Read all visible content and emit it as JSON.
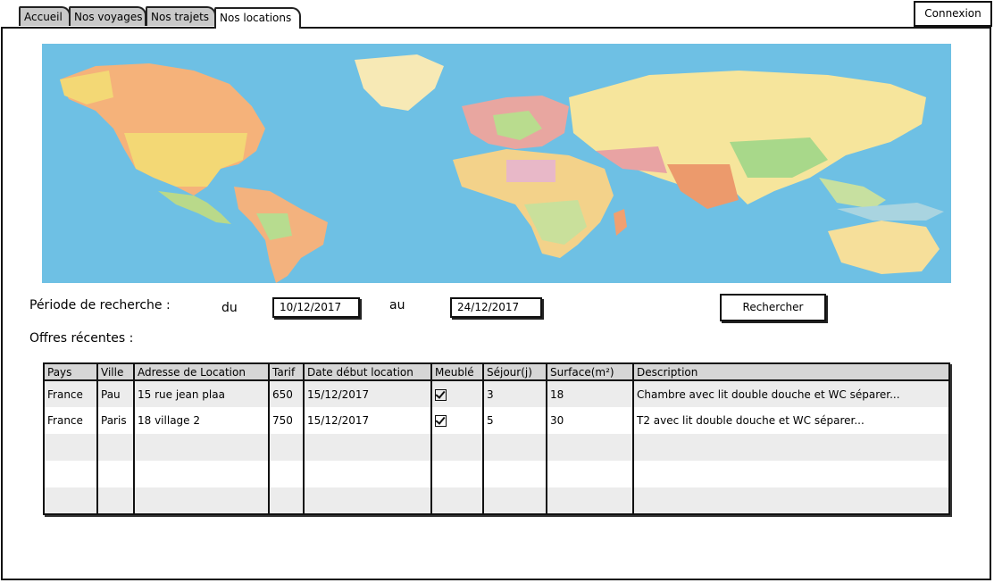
{
  "tabs": [
    {
      "label": "Accueil",
      "active": false
    },
    {
      "label": "Nos voyages",
      "active": false
    },
    {
      "label": "Nos trajets",
      "active": false
    },
    {
      "label": "Nos locations",
      "active": true
    }
  ],
  "header": {
    "login_label": "Connexion"
  },
  "map": {
    "icon": "world-map"
  },
  "search": {
    "period_label": "Période de recherche :",
    "from_label": "du",
    "from_value": "10/12/2017",
    "to_label": "au",
    "to_value": "24/12/2017",
    "button_label": "Rechercher"
  },
  "offers": {
    "title": "Offres récentes :",
    "columns": [
      "Pays",
      "Ville",
      "Adresse de Location",
      "Tarif",
      "Date début location",
      "Meublé",
      "Séjour(j)",
      "Surface(m²)",
      "Description"
    ],
    "rows": [
      {
        "pays": "France",
        "ville": "Pau",
        "adresse": "15 rue jean plaa",
        "tarif": "650",
        "date": "15/12/2017",
        "meuble": true,
        "sejour": "3",
        "surface": "18",
        "description": "Chambre avec lit double douche et WC séparer..."
      },
      {
        "pays": "France",
        "ville": "Paris",
        "adresse": "18 village 2",
        "tarif": "750",
        "date": "15/12/2017",
        "meuble": true,
        "sejour": "5",
        "surface": "30",
        "description": "T2 avec lit double douche et WC séparer..."
      }
    ]
  }
}
